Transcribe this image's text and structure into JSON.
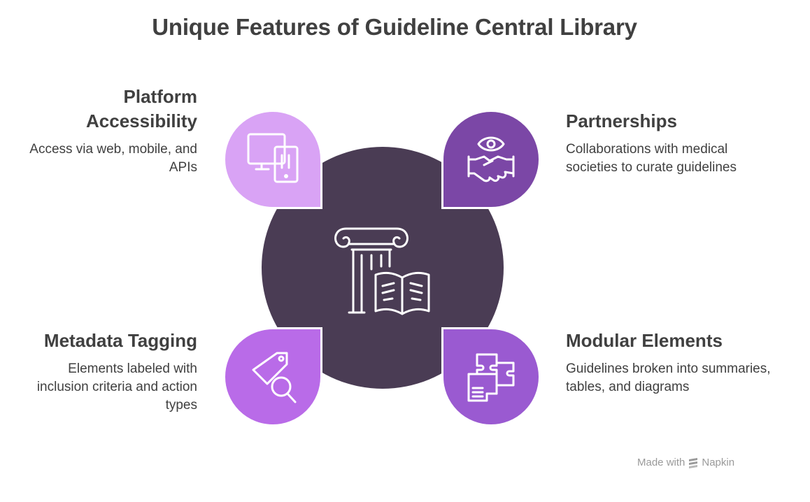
{
  "title": "Unique Features of Guideline Central Library",
  "center": {
    "icon": "library-column-book-icon"
  },
  "features": [
    {
      "heading": "Platform Accessibility",
      "description": "Access via web, mobile, and APIs",
      "icon": "devices-icon",
      "color": "#d9a3f5"
    },
    {
      "heading": "Partnerships",
      "description": "Collaborations with medical societies to curate guidelines",
      "icon": "handshake-eye-icon",
      "color": "#7b47a6"
    },
    {
      "heading": "Metadata Tagging",
      "description": "Elements labeled with inclusion criteria and action types",
      "icon": "tag-search-icon",
      "color": "#b96be8"
    },
    {
      "heading": "Modular Elements",
      "description": "Guidelines broken into summaries, tables, and diagrams",
      "icon": "puzzle-modules-icon",
      "color": "#9a5ad1"
    }
  ],
  "footer": {
    "made_with": "Made with",
    "brand": "Napkin"
  },
  "colors": {
    "center": "#4a3c54",
    "text": "#404040"
  }
}
